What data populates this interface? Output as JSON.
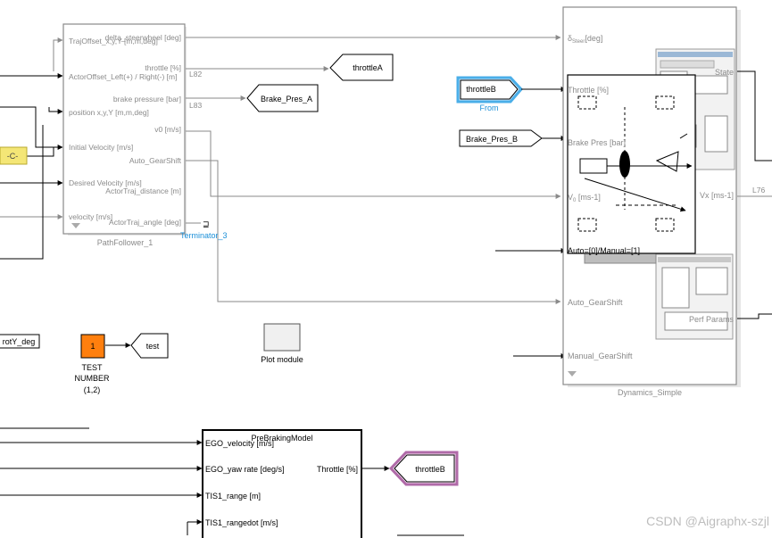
{
  "path_follower": {
    "name": "PathFollower_1",
    "inputs": [
      "TrajOffset_x,y,Y [m,m,deg]",
      "ActorOffset_Left(+) / Right(-) [m]",
      "position x,y,Y [m,m,deg]",
      "Initial Velocity [m/s]",
      "Desired Velocity [m/s]",
      "velocity [m/s]"
    ],
    "outputs": [
      "delta_steerwheel [deg]",
      "throttle [%]",
      "brake pressure [bar]",
      "v0 [m/s]",
      "Auto_GearShift",
      "ActorTraj_distance [m]",
      "ActorTraj_angle [deg]"
    ]
  },
  "line_labels": {
    "l82": "L82",
    "l83": "L83",
    "l76": "L76"
  },
  "goto_blocks": {
    "throttleA": "throttleA",
    "brake_pres_a": "Brake_Pres_A",
    "test": "test"
  },
  "from_blocks": {
    "throttleB": "throttleB",
    "from_caption": "From",
    "brake_pres_b": "Brake_Pres_B",
    "throttleB_2": "throttleB"
  },
  "terminator": {
    "caption": "Terminator_3"
  },
  "constant": {
    "label": "-C-"
  },
  "rot_label": "rotY_deg",
  "test_number": {
    "value": "1",
    "caption_line1": "TEST",
    "caption_line2": "NUMBER",
    "caption_line3": "(1,2)"
  },
  "plot_module": {
    "caption": "Plot module"
  },
  "dynamics": {
    "name": "Dynamics_Simple",
    "inputs": [
      "Throttle [%]",
      "Brake Pres [bar]",
      "V [ms-1]",
      "Auto=[0]/Manual=[1]",
      "Auto_GearShift",
      "Manual_GearShift"
    ],
    "delta_input": "δ",
    "delta_sub": "Steer",
    "delta_unit": "[deg]",
    "v_sub": "0",
    "outputs": [
      "State",
      "Vx [ms-1]",
      "Perf Params"
    ]
  },
  "prebraking": {
    "name": "PreBrakingModel",
    "inputs": [
      "EGO_velocity [m/s]",
      "EGO_yaw rate [deg/s]",
      "TIS1_range [m]",
      "TIS1_rangedot [m/s]"
    ],
    "output": "Throttle [%]"
  },
  "watermark": "CSDN @Aigraphx-szjl"
}
